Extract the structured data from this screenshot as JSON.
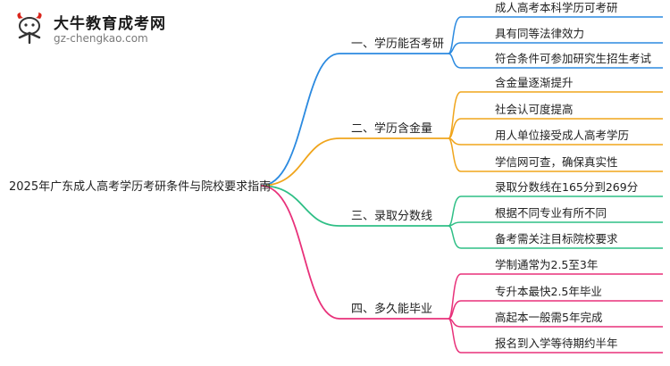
{
  "logo": {
    "title": "大牛教育成考网",
    "url": "gz-chengkao.com",
    "icon": "bull-logo-icon"
  },
  "mindmap": {
    "root": "2025年广东成人高考学历考研条件与院校要求指南",
    "branches": [
      {
        "label": "一、学历能否考研",
        "color": "#2b8ae0",
        "children": [
          "成人高考本科学历可考研",
          "具有同等法律效力",
          "符合条件可参加研究生招生考试"
        ]
      },
      {
        "label": "二、学历含金量",
        "color": "#f0a51c",
        "children": [
          "含金量逐渐提升",
          "社会认可度提高",
          "用人单位接受成人高考学历",
          "学信网可查，确保真实性"
        ]
      },
      {
        "label": "三、录取分数线",
        "color": "#2fbf86",
        "children": [
          "录取分数线在165分到269分",
          "根据不同专业有所不同",
          "备考需关注目标院校要求"
        ]
      },
      {
        "label": "四、多久能毕业",
        "color": "#e8317a",
        "children": [
          "学制通常为2.5至3年",
          "专升本最快2.5年毕业",
          "高起本一般需5年完成",
          "报名到入学等待期约半年"
        ]
      }
    ]
  }
}
